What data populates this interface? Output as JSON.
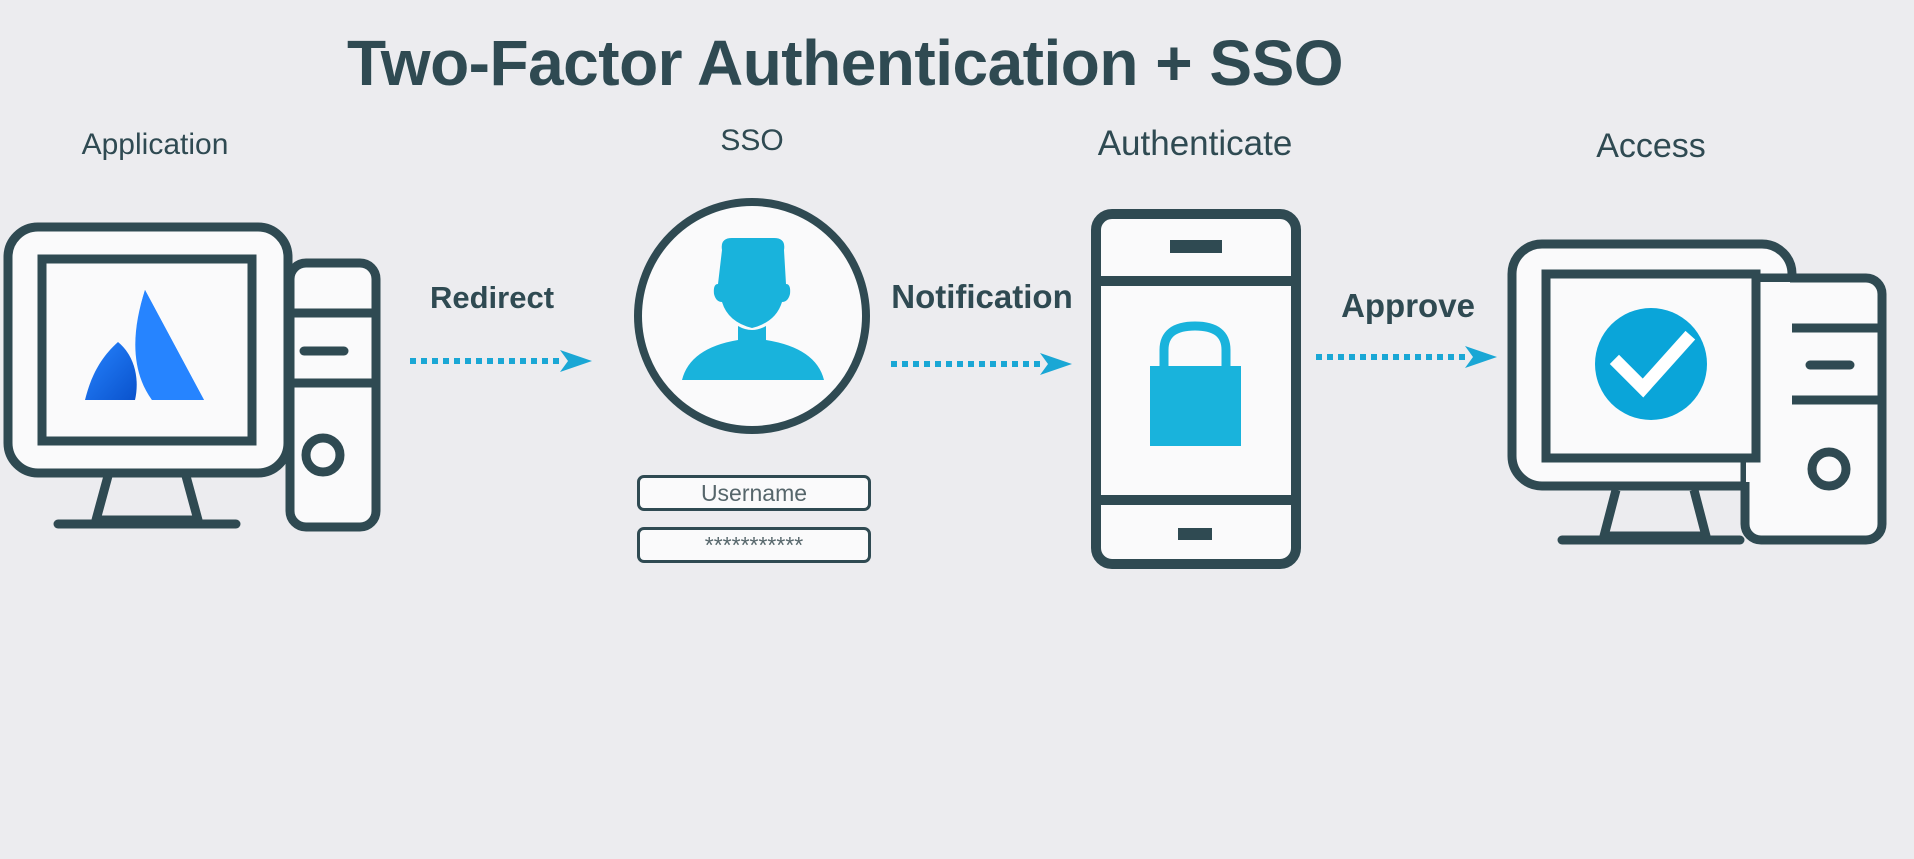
{
  "title": "Two-Factor Authentication + SSO",
  "stages": [
    {
      "label": "Application",
      "icon": "atlassian-logo-icon"
    },
    {
      "label": "SSO",
      "icon": "user-profile-icon"
    },
    {
      "label": "Authenticate",
      "icon": "phone-lock-icon"
    },
    {
      "label": "Access",
      "icon": "check-circle-icon"
    }
  ],
  "edges": [
    {
      "label": "Redirect"
    },
    {
      "label": "Notification"
    },
    {
      "label": "Approve"
    }
  ],
  "login_form": {
    "username_placeholder": "Username",
    "password_value": "***********"
  },
  "colors": {
    "outline": "#2f4a52",
    "accent": "#19b3dc",
    "arrow": "#1aa7d5",
    "brand_blue": "#2684ff",
    "check_blue": "#0aa5d9",
    "background": "#ececef"
  }
}
